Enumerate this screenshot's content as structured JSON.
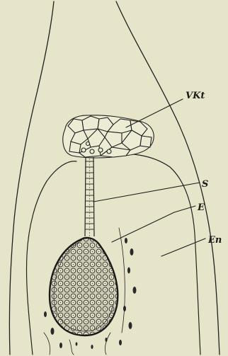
{
  "labels": {
    "vkt": "VKt",
    "s": "S",
    "e": "E",
    "en": "En"
  }
}
